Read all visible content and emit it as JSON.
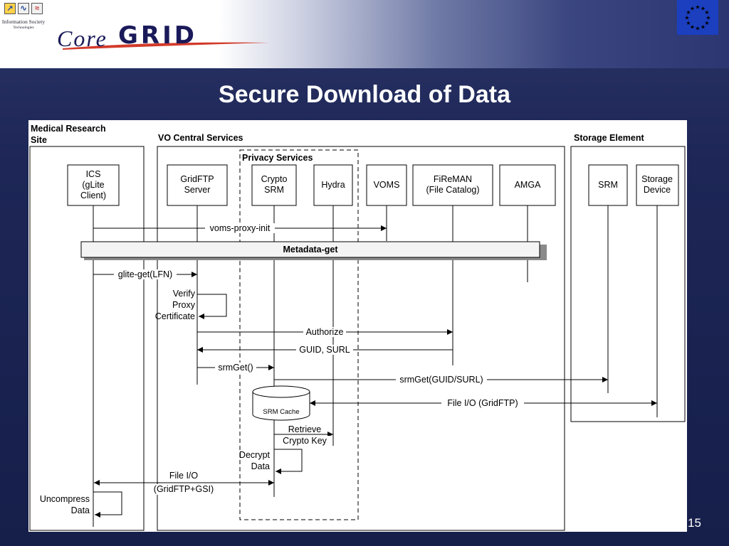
{
  "slide": {
    "title": "Secure Download of Data",
    "page_number": "15"
  },
  "branding": {
    "ist_logo_text": "Information Society",
    "ist_logo_subtext": "Technologies",
    "coregrid_left": "Core",
    "coregrid_right": "GRID",
    "eu_flag": "eu-flag-icon"
  },
  "diagram": {
    "regions": {
      "medical_site_line1": "Medical Research",
      "medical_site_line2": "Site",
      "vo_central": "VO Central Services",
      "privacy_services": "Privacy Services",
      "storage_element": "Storage Element"
    },
    "participants": {
      "ics": [
        "ICS",
        "(gLite",
        "Client)"
      ],
      "gridftp_server": [
        "GridFTP",
        "Server"
      ],
      "crypto_srm": [
        "Crypto",
        "SRM"
      ],
      "hydra": [
        "Hydra"
      ],
      "voms": [
        "VOMS"
      ],
      "fireman": [
        "FiReMAN",
        "(File Catalog)"
      ],
      "amga": [
        "AMGA"
      ],
      "srm": [
        "SRM"
      ],
      "storage_device": [
        "Storage",
        "Device"
      ]
    },
    "metadata_bar": "Metadata-get",
    "srm_cache": "SRM Cache",
    "messages": {
      "voms_proxy_init": "voms-proxy-init",
      "glite_get": "glite-get(LFN)",
      "verify_proxy": [
        "Verify",
        "Proxy",
        "Certificate"
      ],
      "authorize": "Authorize",
      "guid_surl": "GUID, SURL",
      "srm_get": "srmGet()",
      "srm_get_guid": "srmGet(GUID/SURL)",
      "file_io_gridftp": "File I/O (GridFTP)",
      "retrieve_key": [
        "Retrieve",
        "Crypto Key"
      ],
      "decrypt_data": [
        "Decrypt",
        "Data"
      ],
      "file_io_gsi": [
        "File I/O",
        "(GridFTP+GSI)"
      ],
      "uncompress_data": [
        "Uncompress",
        "Data"
      ]
    }
  },
  "colors": {
    "background": "#1a2350",
    "eu_blue": "#1b3fbf",
    "eu_star": "#ffde00"
  }
}
